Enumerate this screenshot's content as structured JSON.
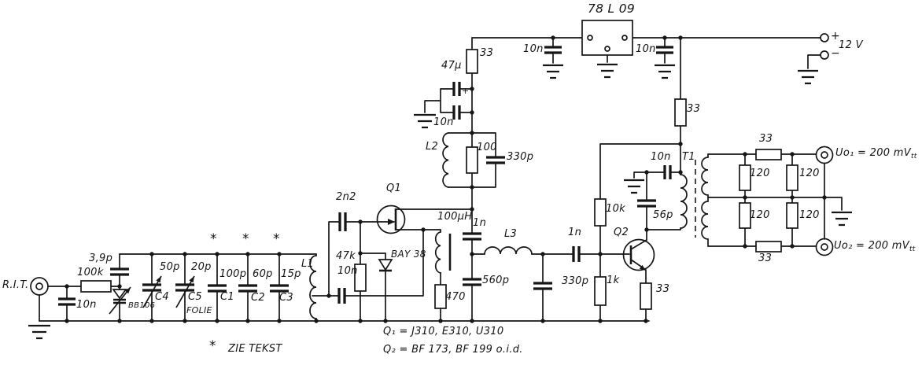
{
  "diagram_type": "electronic-schematic",
  "labels": {
    "rit": "R.I.T.",
    "cap_10n_input": "10n",
    "res_100k": "100k",
    "cap_3p9": "3,9p",
    "varicap": "BB106",
    "c4_value": "50p",
    "c4": "C4",
    "c5_value": "20p",
    "c5": "C5",
    "c5_note": "FOLIE",
    "c1_value": "100p",
    "c1": "C1",
    "c2_value": "60p",
    "c2": "C2",
    "c3_value": "15p",
    "c3": "C3",
    "l1": "L1",
    "star": "*",
    "cap_2n2": "2n2",
    "q1": "Q1",
    "res_47k": "47k",
    "cap_10n_gate": "10n",
    "diode": "BAY 38",
    "res_470": "470",
    "choke": "100µH",
    "cap_1n_drain": "1n",
    "l2": "L2",
    "res_100": "100",
    "cap_330p_tank": "330p",
    "cap_47u": "47µ",
    "plus_mark": "+",
    "cap_10n_supply": "10n",
    "res_33_supply": "33",
    "cap_10n_reg_in": "10n",
    "regulator": "78 L 09",
    "cap_10n_reg_out": "10n",
    "supply_plus": "+",
    "supply_minus": "−",
    "supply_voltage": "12 V",
    "res_33_t1": "33",
    "cap_10n_t1": "10n",
    "t1": "T1",
    "cap_56p": "56p",
    "res_10k": "10k",
    "q2": "Q2",
    "l3": "L3",
    "cap_560p": "560p",
    "cap_330p_filter": "330p",
    "cap_1n_base": "1n",
    "res_1k": "1k",
    "res_33_emitter": "33",
    "res_33_out1": "33",
    "res_120_a": "120",
    "res_120_b": "120",
    "res_120_c": "120",
    "res_120_d": "120",
    "res_33_out2": "33",
    "uo1": "Uo₁ = 200 mV",
    "uo1_sub": "tt",
    "uo2": "Uo₂ = 200 mV",
    "uo2_sub": "tt"
  },
  "notes": {
    "star_symbol": "*",
    "see_text": "ZIE TEKST",
    "q1_types": "Q₁ = J310, E310, U310",
    "q2_types": "Q₂ = BF 173, BF 199 o.i.d."
  }
}
